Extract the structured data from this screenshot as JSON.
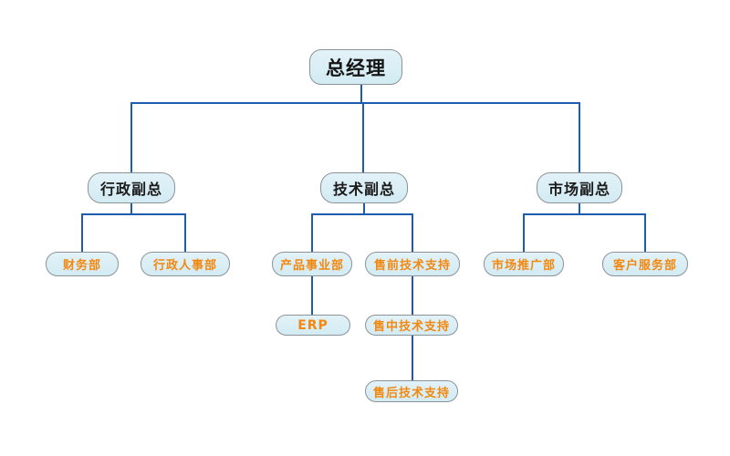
{
  "diagram": {
    "type": "org-chart",
    "colors": {
      "node_fill": "#d7edf4",
      "node_border": "#8c9398",
      "connector": "#1e5cb0",
      "executive_text": "#151515",
      "department_text": "#f2880f"
    },
    "nodes": {
      "general_manager": {
        "label": "总经理",
        "level": 1,
        "parent": null
      },
      "vp_admin": {
        "label": "行政副总",
        "level": 2,
        "parent": "general_manager"
      },
      "vp_tech": {
        "label": "技术副总",
        "level": 2,
        "parent": "general_manager"
      },
      "vp_market": {
        "label": "市场副总",
        "level": 2,
        "parent": "general_manager"
      },
      "finance": {
        "label": "财务部",
        "level": 3,
        "parent": "vp_admin"
      },
      "admin_hr": {
        "label": "行政人事部",
        "level": 3,
        "parent": "vp_admin"
      },
      "product_division": {
        "label": "产品事业部",
        "level": 3,
        "parent": "vp_tech"
      },
      "presales_support": {
        "label": "售前技术支持",
        "level": 3,
        "parent": "vp_tech"
      },
      "market_promotion": {
        "label": "市场推广部",
        "level": 3,
        "parent": "vp_market"
      },
      "customer_service": {
        "label": "客户服务部",
        "level": 3,
        "parent": "vp_market"
      },
      "erp": {
        "label": "ERP",
        "level": 4,
        "parent": "product_division"
      },
      "midsales_support": {
        "label": "售中技术支持",
        "level": 4,
        "parent": "presales_support"
      },
      "aftersales_support": {
        "label": "售后技术支持",
        "level": 5,
        "parent": "midsales_support"
      }
    }
  }
}
